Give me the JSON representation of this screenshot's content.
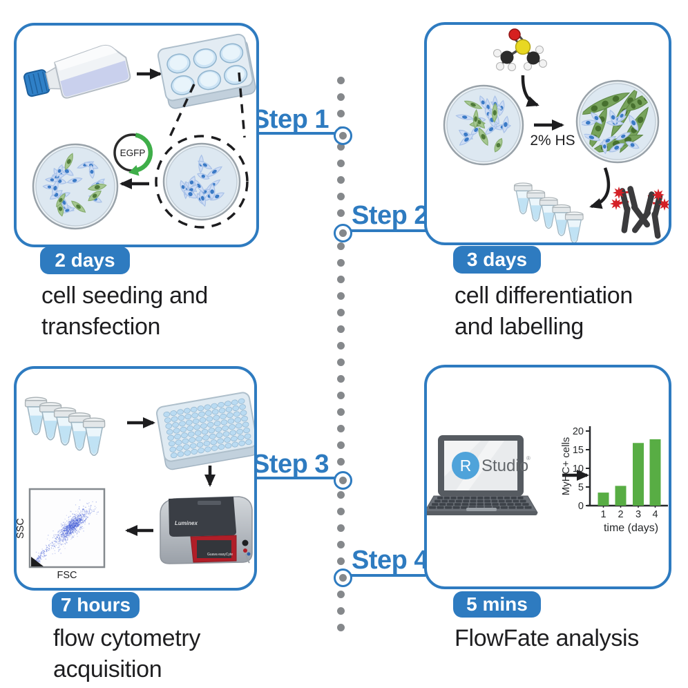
{
  "colors": {
    "accent": "#2e7bc0",
    "dot_gray": "#85888b",
    "text": "#1e1e20",
    "bar_green": "#58ad44"
  },
  "timeline": {
    "steps": [
      {
        "label": "Step 1"
      },
      {
        "label": "Step 2"
      },
      {
        "label": "Step 3"
      },
      {
        "label": "Step 4"
      }
    ]
  },
  "panels": [
    {
      "duration": "2 days",
      "caption_line1": "cell seeding and",
      "caption_line2": "transfection",
      "plasmid_label": "EGFP"
    },
    {
      "duration": "3 days",
      "caption_line1": "cell differentiation",
      "caption_line2": "and labelling",
      "treatment_label": "2% HS"
    },
    {
      "duration": "7 hours",
      "caption_line1": "flow cytometry",
      "caption_line2": "acquisition",
      "instrument_brand": "Luminex",
      "instrument_model": "Guava easyCyte"
    },
    {
      "duration": "5 mins",
      "caption_line1": "FlowFate analysis",
      "caption_line2": "",
      "software_logo_letter": "R",
      "software_logo_name": "Studio",
      "software_reg_mark": "®"
    }
  ],
  "chart_data": [
    {
      "type": "bar",
      "title": "",
      "categories": [
        "1",
        "2",
        "3",
        "4"
      ],
      "values": [
        3.5,
        5.3,
        16.8,
        17.8
      ],
      "xlabel": "time (days)",
      "ylabel": "MyHC+ cells",
      "ylim": [
        0,
        20
      ],
      "yticks": [
        0,
        5,
        10,
        15,
        20
      ],
      "legend": false,
      "grid": false,
      "bar_color": "#58ad44"
    },
    {
      "type": "scatter",
      "xlabel": "FSC",
      "ylabel": "SSC"
    }
  ]
}
